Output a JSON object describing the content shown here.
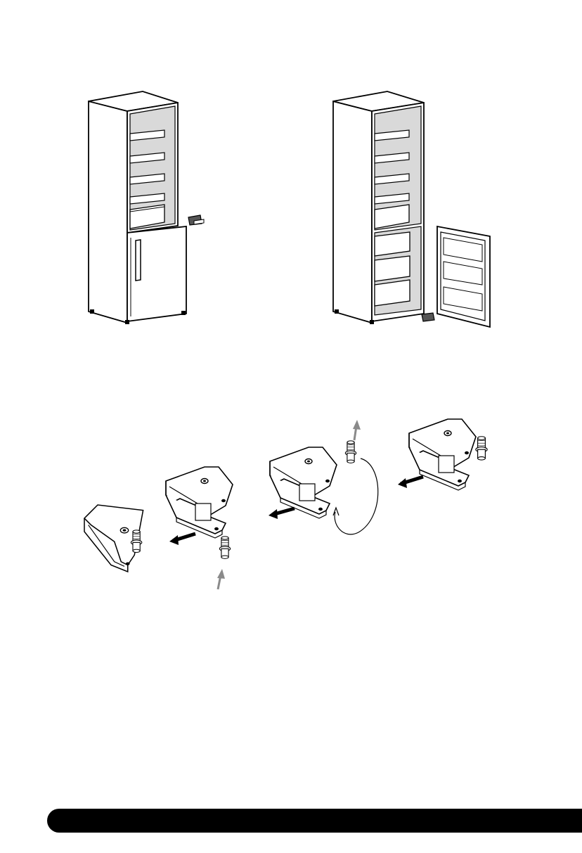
{
  "page": {
    "background": "#ffffff",
    "footer_bar_color": "#000000"
  },
  "illustrations": {
    "top_row": [
      {
        "name": "fridge-freezer-door-closed",
        "icon": "fridge-icon"
      },
      {
        "name": "fridge-freezer-door-removed",
        "icon": "fridge-icon"
      }
    ],
    "hinge_sequence": [
      {
        "name": "hinge-step-final",
        "icon": "hinge-bracket-icon"
      },
      {
        "name": "hinge-step-pin-inserted",
        "icon": "hinge-bracket-icon"
      },
      {
        "name": "hinge-step-pin-removed",
        "icon": "hinge-bracket-icon"
      },
      {
        "name": "hinge-step-start",
        "icon": "hinge-bracket-icon"
      }
    ],
    "colors": {
      "line": "#000000",
      "shade": "#d9d9d9",
      "arrow_grey": "#8a8a8a"
    }
  }
}
